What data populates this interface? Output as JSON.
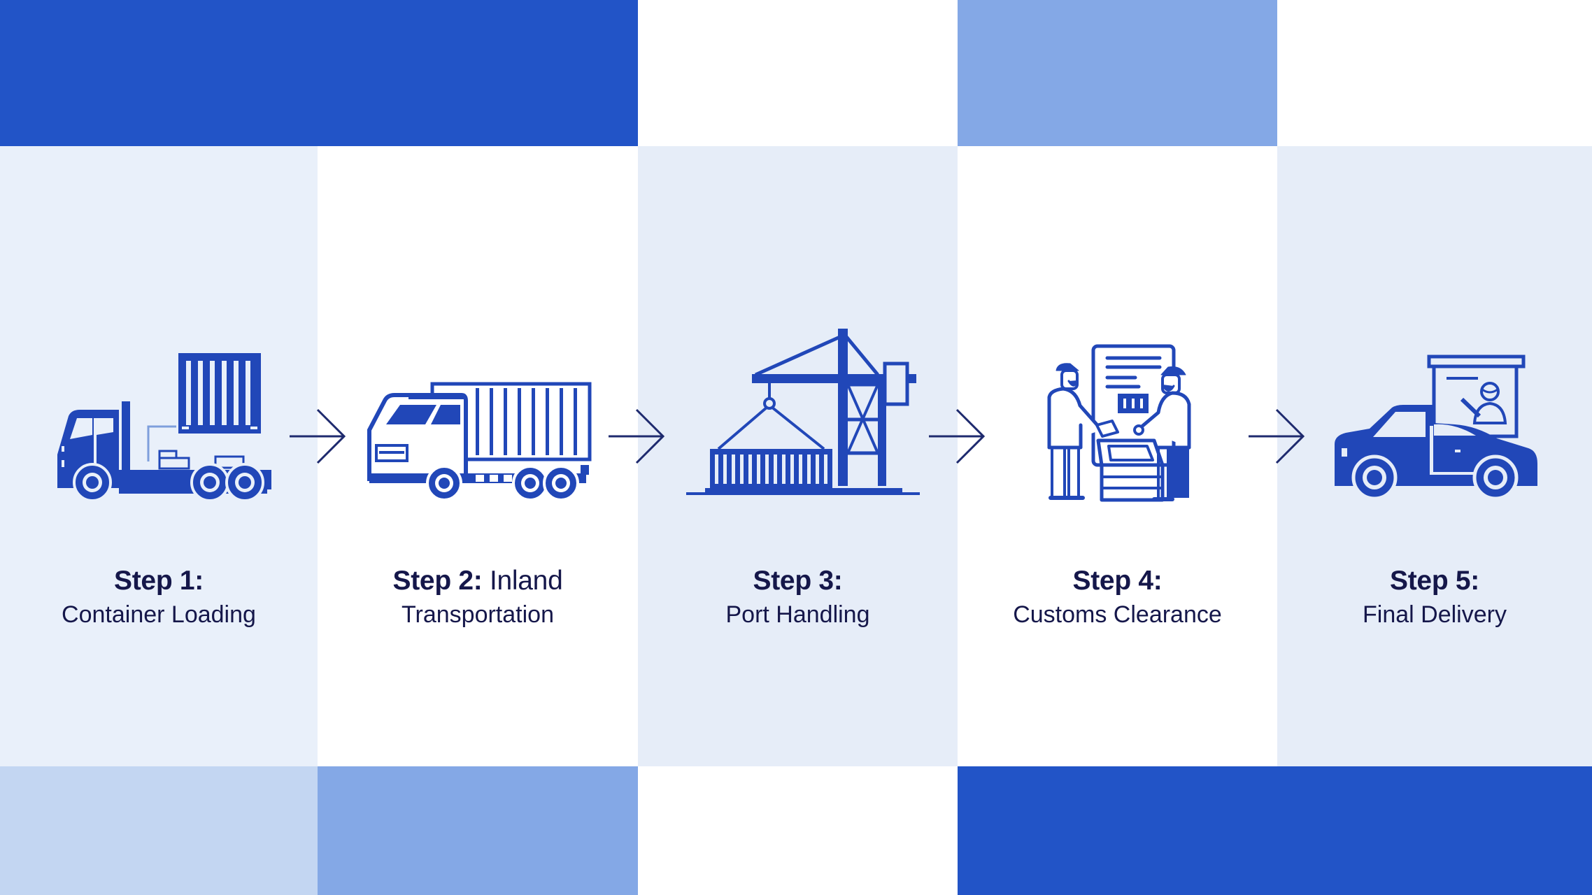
{
  "colors": {
    "icon_blue": "#2147b8",
    "text_navy": "#15174a",
    "arrow_navy": "#1e2a6e",
    "tile_dark": "#2254c7",
    "tile_mid": "#84a8e6",
    "tile_light": "#c3d6f2",
    "tile_pale": "#e9f0fa",
    "tile_white": "#ffffff"
  },
  "steps": [
    {
      "title": "Step 1:",
      "title_rest": "",
      "subtitle": "Container Loading",
      "icon": "truck-with-container-icon"
    },
    {
      "title": "Step 2:",
      "title_rest": " Inland",
      "subtitle": "Transportation",
      "icon": "cargo-truck-icon"
    },
    {
      "title": "Step 3:",
      "title_rest": "",
      "subtitle": "Port Handling",
      "icon": "port-crane-icon"
    },
    {
      "title": "Step 4:",
      "title_rest": "",
      "subtitle": "Customs Clearance",
      "icon": "customs-officers-icon"
    },
    {
      "title": "Step 5:",
      "title_rest": "",
      "subtitle": "Final Delivery",
      "icon": "delivery-car-icon"
    }
  ],
  "arrows": [
    {
      "icon": "arrow-right-icon",
      "from": 1,
      "to": 2
    },
    {
      "icon": "arrow-right-icon",
      "from": 2,
      "to": 3
    },
    {
      "icon": "arrow-right-icon",
      "from": 3,
      "to": 4
    },
    {
      "icon": "arrow-right-icon",
      "from": 4,
      "to": 5
    }
  ]
}
